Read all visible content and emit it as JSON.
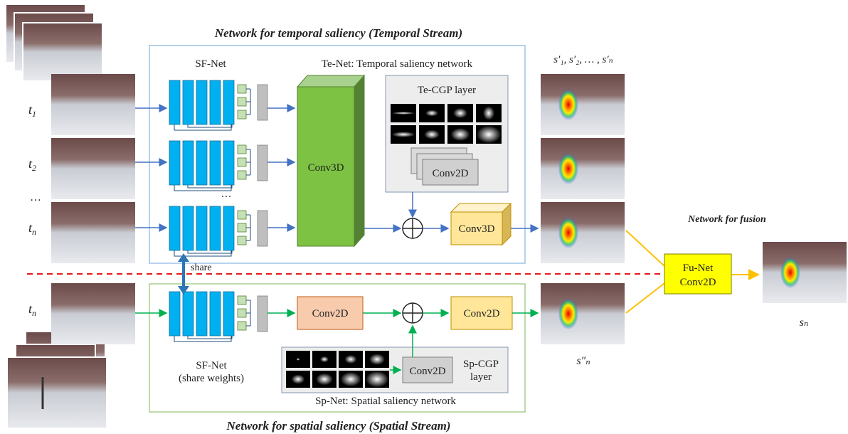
{
  "headings": {
    "temporal_stream": "Network for temporal saliency (Temporal Stream)",
    "spatial_stream": "Network for spatial saliency (Spatial Stream)",
    "fusion": "Network for fusion"
  },
  "temporal": {
    "sfnet_label": "SF-Net",
    "tenet_label": "Te-Net: Temporal saliency network",
    "cgp_label": "Te-CGP layer",
    "conv3d_big": "Conv3D",
    "conv2d": "Conv2D",
    "conv3d_small": "Conv3D",
    "dots": "…"
  },
  "spatial": {
    "sfnet_label_line1": "SF-Net",
    "sfnet_label_line2": "(share weights)",
    "conv2d_a": "Conv2D",
    "conv2d_b": "Conv2D",
    "conv2d_cgp": "Conv2D",
    "cgp_label_line1": "Sp-CGP",
    "cgp_label_line2": "layer",
    "spnet_label": "Sp-Net: Spatial saliency network"
  },
  "fusion_box": {
    "line1": "Fu-Net",
    "line2": "Conv2D"
  },
  "share_label": "share",
  "inputs": {
    "t1": "t",
    "t1_sub": "1",
    "t2": "t",
    "t2_sub": "2",
    "ellipsis": "…",
    "tn": "t",
    "tn_sub": "n",
    "tn2": "t",
    "tn2_sub": "n"
  },
  "outputs": {
    "temporal_set": "s′₁, s′₂, … , s′ₙ",
    "spatial": "s″ₙ",
    "final": "sₙ"
  },
  "colors": {
    "sf_block": "#00b0f0",
    "sf_small": "#c5e0b4",
    "sf_gray": "#bfbfbf",
    "conv3d_green": "#7dc242",
    "conv2d_orange": "#f8cbad",
    "conv_yellow": "#ffe699",
    "fu_yellow": "#ffff00",
    "temporal_frame": "#9dc3e6",
    "spatial_frame": "#a9d18e",
    "blue_arrow": "#4472c4",
    "green_arrow": "#00b050",
    "orange_arrow": "#ffc000",
    "dashed_red": "#e31a1c"
  }
}
